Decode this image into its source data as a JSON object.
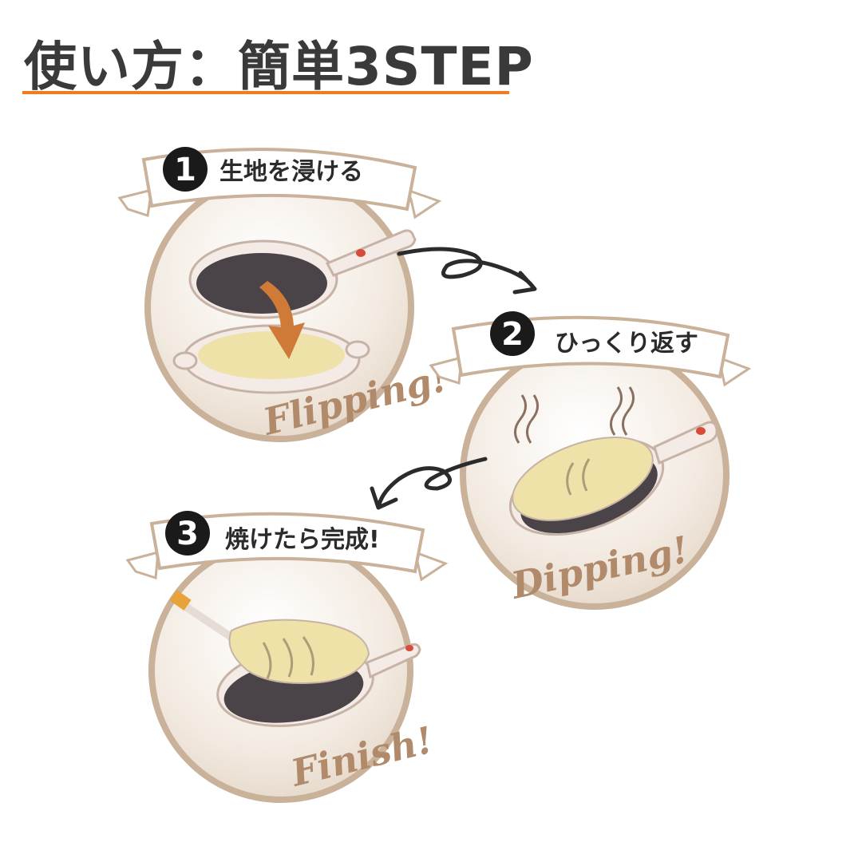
{
  "title": "使い方：簡単3STEP",
  "colors": {
    "accent": "#f47a20",
    "ring": "#c9b19a",
    "ring_inner": "#ede3d8",
    "ribbon_fill": "#ffffff",
    "ribbon_stroke": "#c9b19a",
    "batter": "#efe2a8",
    "pan_dark": "#4a4448",
    "pan_body": "#f4eae6",
    "handle_accent": "#d64b3c",
    "script_text": "#b08a6a",
    "arrow": "#2b2b2b",
    "pour_arrow": "#d07a38"
  },
  "steps": [
    {
      "number": "1",
      "label": "生地を浸ける",
      "caption": "Flipping!",
      "icon": "dip-pan-into-batter-icon"
    },
    {
      "number": "2",
      "label": "ひっくり返す",
      "caption": "Dipping!",
      "icon": "flip-pan-icon"
    },
    {
      "number": "3",
      "label": "焼けたら完成!",
      "caption": "Finish!",
      "icon": "lift-crepe-icon"
    }
  ]
}
